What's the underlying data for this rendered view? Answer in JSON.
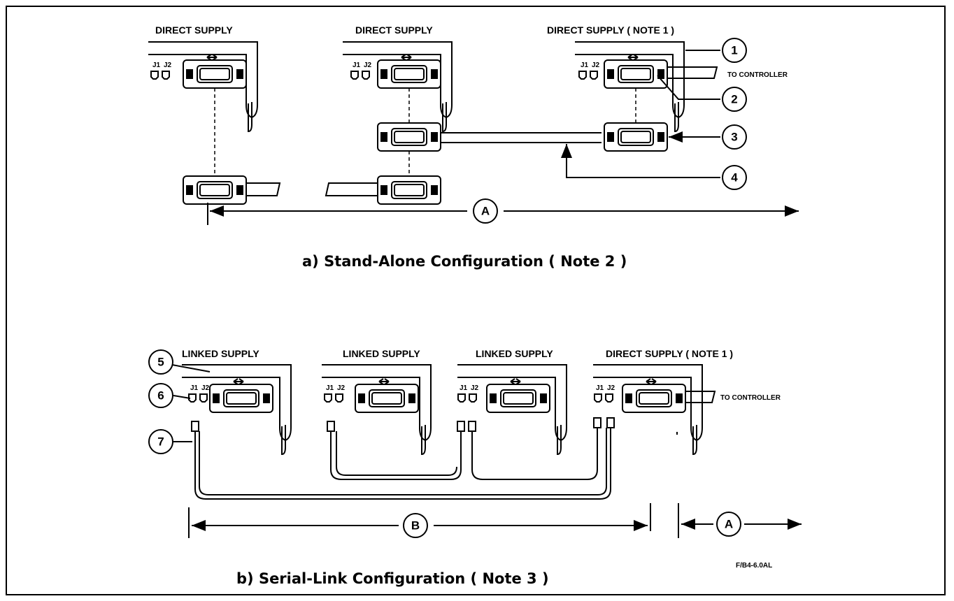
{
  "supply_labels": {
    "a1": "DIRECT SUPPLY",
    "a2": "DIRECT SUPPLY",
    "a3": "DIRECT SUPPLY ( NOTE 1 )",
    "b1": "LINKED SUPPLY",
    "b2": "LINKED SUPPLY",
    "b3": "LINKED SUPPLY",
    "b4": "DIRECT SUPPLY ( NOTE 1 )"
  },
  "to_controller": "TO CONTROLLER",
  "jack_labels": {
    "j1": "J1",
    "j2": "J2"
  },
  "callouts": [
    "1",
    "2",
    "3",
    "4",
    "5",
    "6",
    "7"
  ],
  "dimensions": {
    "a": "A",
    "b": "B"
  },
  "captions": {
    "a": "a) Stand-Alone Configuration ( Note 2 )",
    "b": "b) Serial-Link Configuration ( Note 3 )"
  },
  "figure_id": "F/B4-6.0AL"
}
